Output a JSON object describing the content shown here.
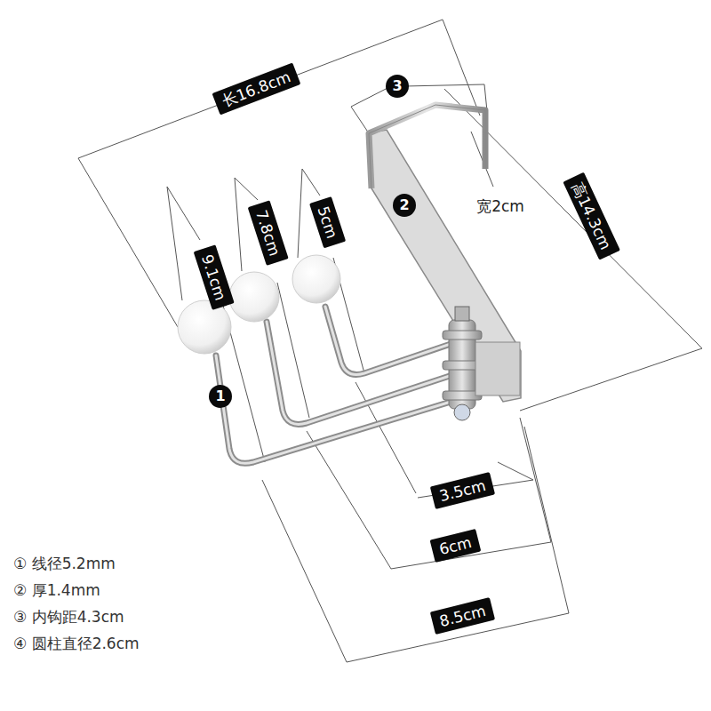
{
  "diagram": {
    "labels": [
      "长16.8cm",
      "3",
      "2",
      "宽2cm",
      "高14.3cm",
      "9.1cm",
      "7.8cm",
      "5cm",
      "1",
      "3.5cm",
      "6cm",
      "8.5cm",
      "① 线径5.2mm",
      "② 厚1.4mm",
      "③ 内钩距4.3cm",
      "④ 圆柱直径2.6cm"
    ]
  }
}
